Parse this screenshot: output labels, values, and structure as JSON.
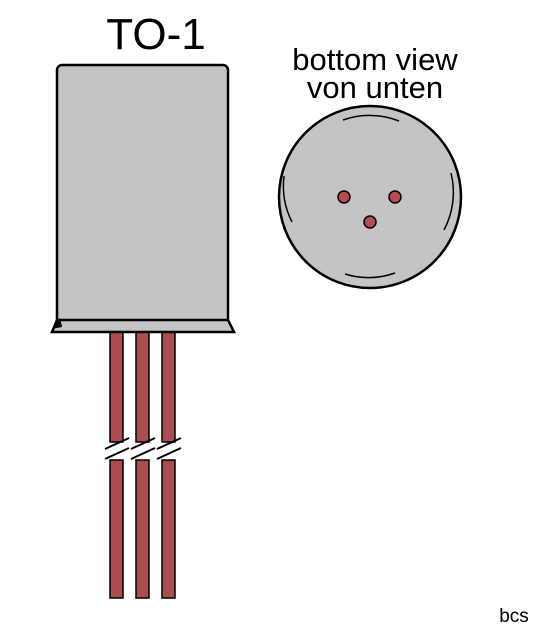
{
  "labels": {
    "title": "TO-1",
    "bottom_view_en": "bottom view",
    "bottom_view_de": "von unten",
    "signature": "bcs"
  },
  "colors": {
    "body_fill": "#c4c4c4",
    "outline": "#000000",
    "lead_fill": "#ab4c50",
    "pin_fill": "#b84a52",
    "background": "#ffffff"
  },
  "package": {
    "name": "TO-1",
    "lead_count": 3,
    "leads_broken": true,
    "bottom_view_pins": 3
  }
}
